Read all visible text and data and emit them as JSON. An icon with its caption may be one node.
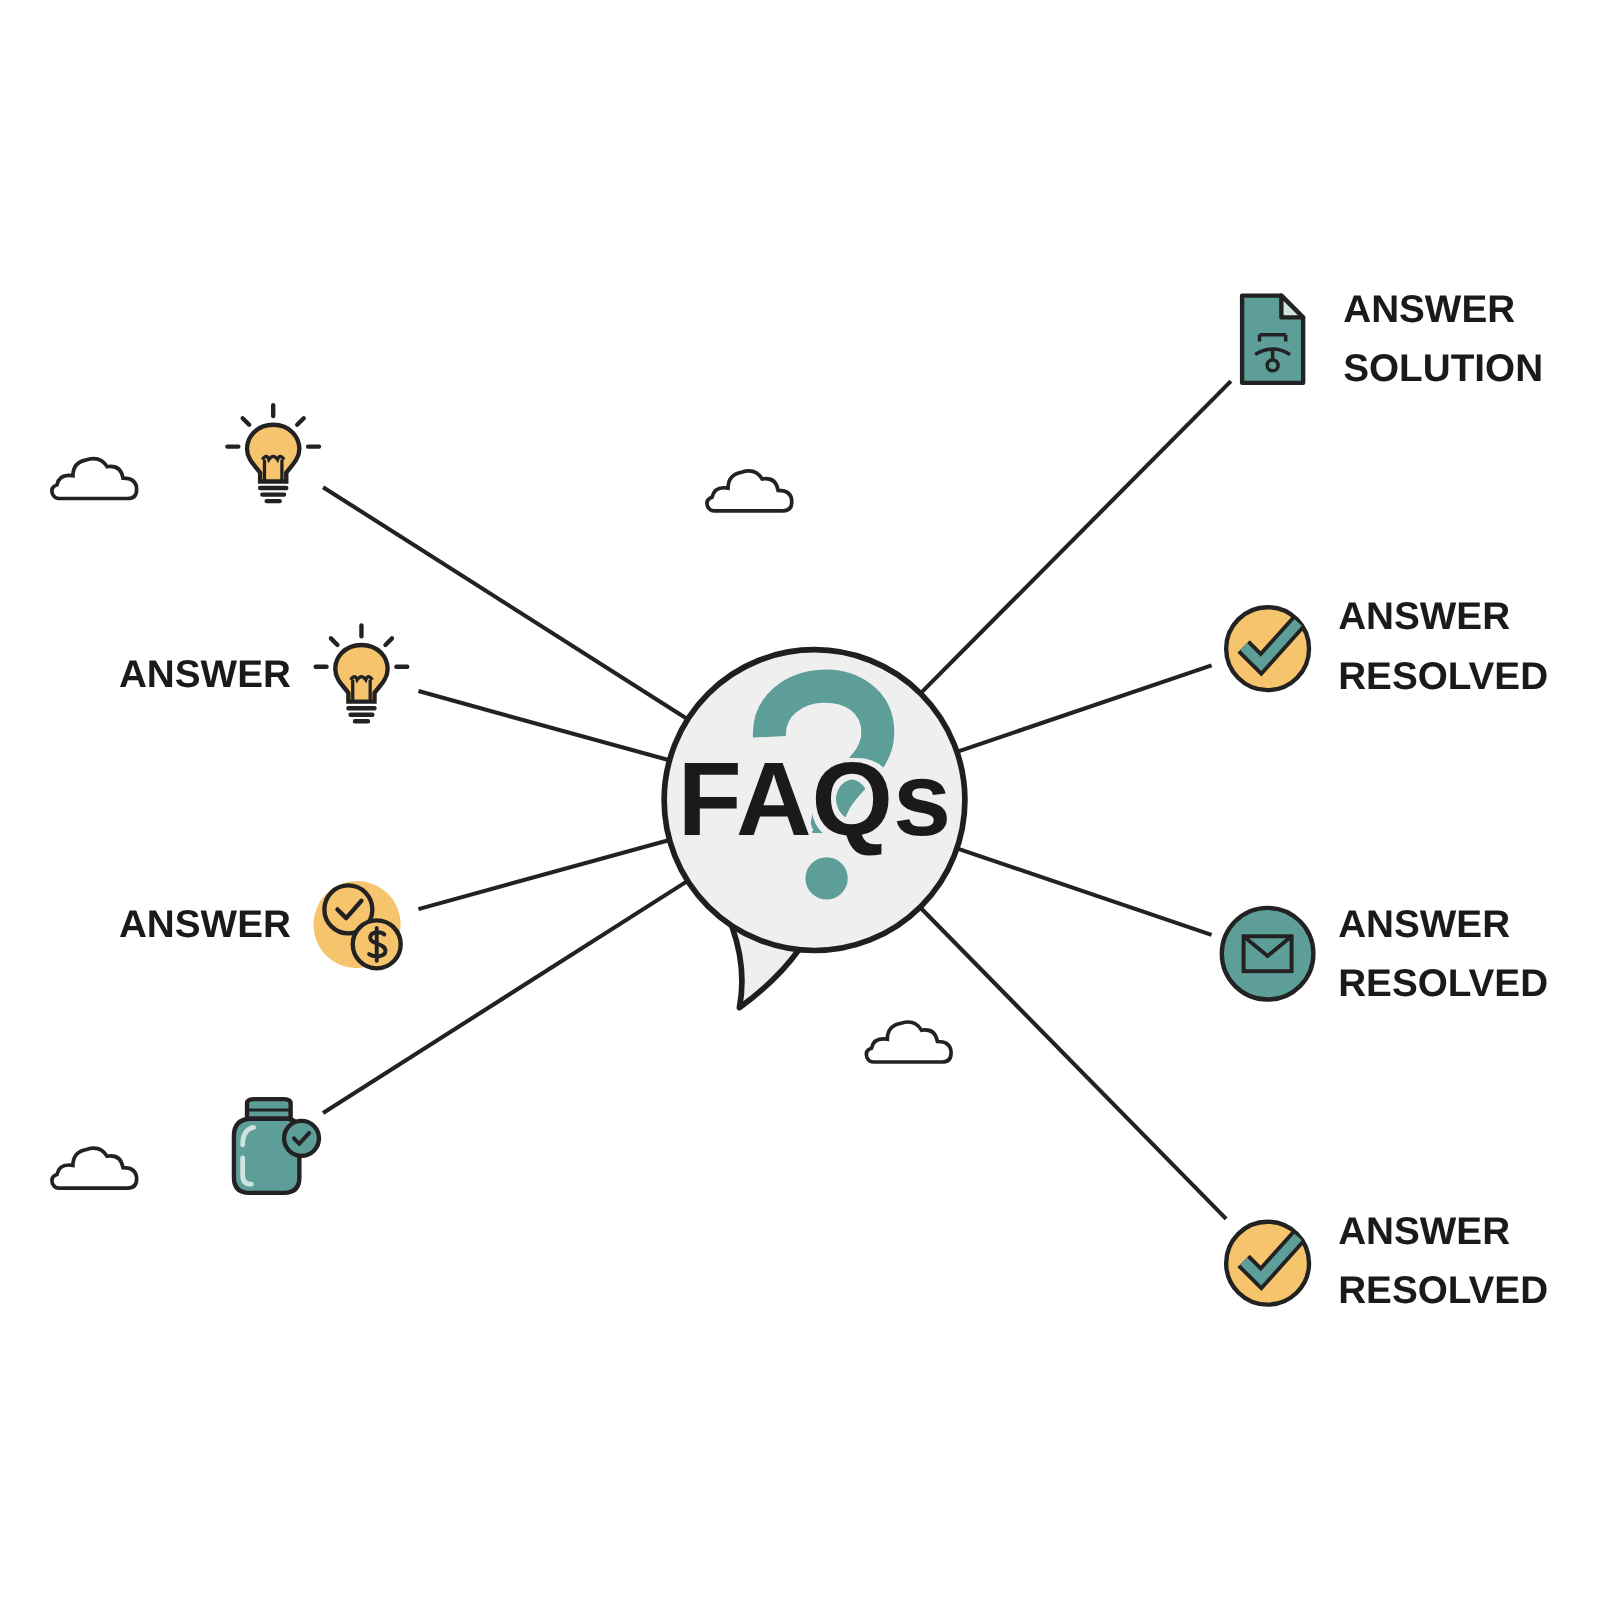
{
  "diagram": {
    "nodes": [
      {
        "text": [],
        "shape": "picture"
      },
      {
        "text": [],
        "shape": "picture",
        "beside": [
          "ANSWER"
        ]
      },
      {
        "text": [],
        "shape": "picture",
        "beside": [
          "ANSWER",
          "SOLUTION"
        ]
      },
      {
        "text": [],
        "shape": "picture",
        "beside": [
          "ANSWER"
        ]
      },
      {
        "text": [
          "FAQs"
        ]
      },
      {
        "text": [],
        "shape": "picture",
        "beside": [
          "ANSWER",
          "RESOLVED"
        ]
      },
      {
        "text": [],
        "shape": "picture"
      },
      {
        "text": [],
        "shape": "picture",
        "beside": [
          "ANSWER",
          "RESOLVED"
        ]
      },
      {
        "text": [],
        "shape": "picture",
        "beside": [
          "ANSWER",
          "RESOLVED"
        ]
      }
    ],
    "edges": [
      {
        "from": 0,
        "to": 4,
        "arrow": "none"
      },
      {
        "from": 1,
        "to": 4,
        "arrow": "none"
      },
      {
        "from": 4,
        "to": 2,
        "arrow": "none"
      },
      {
        "from": 3,
        "to": 4,
        "arrow": "none"
      },
      {
        "from": 4,
        "to": 5,
        "arrow": "none"
      },
      {
        "from": 6,
        "to": 4,
        "arrow": "none"
      },
      {
        "from": 4,
        "to": 7,
        "arrow": "none"
      },
      {
        "from": 4,
        "to": 8,
        "arrow": "none"
      }
    ]
  }
}
